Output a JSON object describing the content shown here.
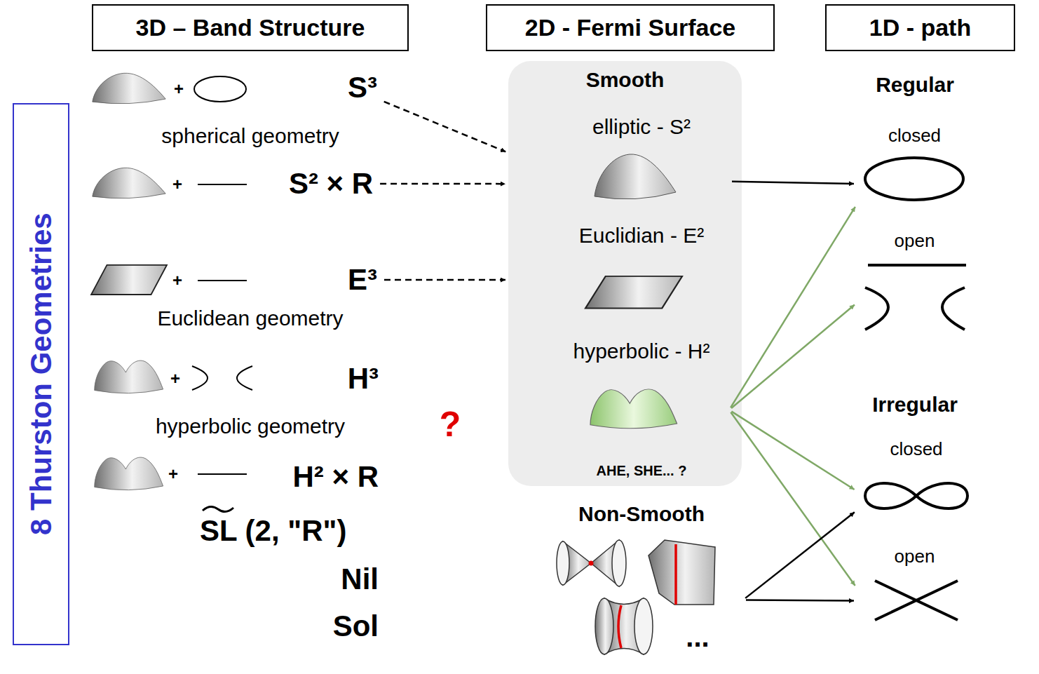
{
  "diagram": {
    "nodes": [
      {
        "text": [
          "8 Thurston Geometries"
        ]
      },
      {
        "text": [
          "3D – Band Structure"
        ]
      },
      {
        "text": [
          "2D - Fermi Surface"
        ]
      },
      {
        "text": [
          "1D - path"
        ]
      },
      {
        "text": [
          "S³"
        ]
      },
      {
        "text": [
          "S² × R"
        ]
      },
      {
        "text": [
          "E³"
        ]
      },
      {
        "text": [
          "Smooth"
        ]
      },
      {
        "text": [
          "elliptic - S²"
        ],
        "in": 7
      },
      {
        "text": [
          "Euclidian - E²"
        ],
        "in": 7
      },
      {
        "text": [
          "hyperbolic - H²",
          "AHE, SHE... ?"
        ],
        "in": 7
      },
      {
        "text": [
          "Non-Smooth"
        ]
      },
      {
        "text": [
          "closed"
        ]
      },
      {
        "text": [
          "open"
        ]
      },
      {
        "text": [
          "closed"
        ]
      },
      {
        "text": [
          "open"
        ]
      }
    ],
    "edges": [
      {
        "from": 4,
        "to": 7,
        "arrow": "to"
      },
      {
        "from": 5,
        "to": 7,
        "arrow": "to"
      },
      {
        "from": 6,
        "to": 7,
        "arrow": "to"
      },
      {
        "from": 8,
        "to": 12,
        "arrow": "to"
      },
      {
        "from": 10,
        "to": 12,
        "arrow": "to"
      },
      {
        "from": 10,
        "to": 13,
        "arrow": "to"
      },
      {
        "from": 10,
        "to": 14,
        "arrow": "to"
      },
      {
        "from": 10,
        "to": 15,
        "arrow": "to"
      },
      {
        "from": 11,
        "to": 14,
        "arrow": "to"
      },
      {
        "from": 11,
        "to": 15,
        "arrow": "to"
      }
    ],
    "labels": [
      "+",
      "spherical geometry",
      "+",
      "+",
      "Euclidean geometry",
      "+",
      "H³",
      "hyperbolic geometry",
      "?",
      "+",
      "H² × R",
      "SL (2, \"R\")",
      "Nil",
      "Sol",
      "Regular",
      "Irregular",
      "..."
    ]
  }
}
